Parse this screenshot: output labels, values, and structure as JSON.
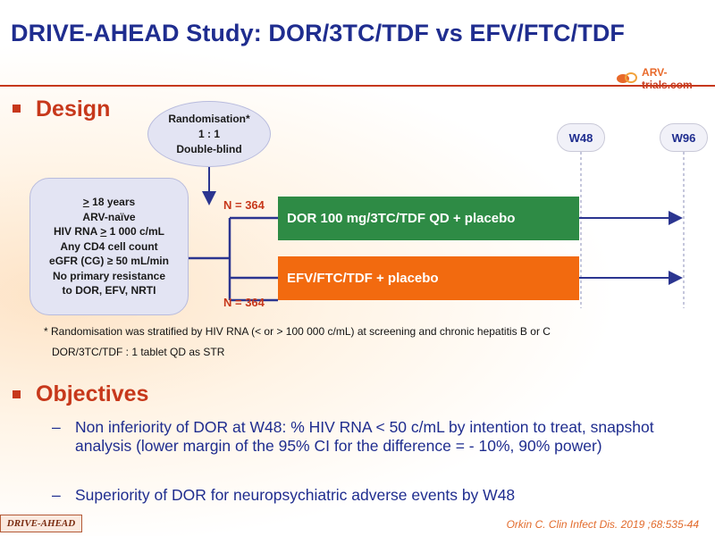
{
  "slide": {
    "title": "DRIVE-AHEAD Study: DOR/3TC/TDF vs EFV/FTC/TDF",
    "logo_left": "ARV-",
    "logo_right": "trials.com",
    "footer_tag": "DRIVE-AHEAD",
    "reference": "Orkin C. Clin Infect Dis. 2019 ;68:535-44"
  },
  "design": {
    "heading": "Design",
    "randomisation": [
      "Randomisation*",
      "1 : 1",
      "Double-blind"
    ],
    "criteria": [
      {
        "text": "> 18 years",
        "underline_first": true
      },
      {
        "text": "ARV-naïve"
      },
      {
        "text": "HIV RNA > 1 000 c/mL"
      },
      {
        "text": "Any CD4 cell count"
      },
      {
        "text": "eGFR (CG) ≥ 50 mL/min"
      },
      {
        "text": "No primary resistance"
      },
      {
        "text": "to DOR, EFV, NRTI"
      }
    ],
    "arms": [
      {
        "label": "DOR 100 mg/3TC/TDF QD + placebo",
        "n": "N = 364",
        "color": "#2e8b45"
      },
      {
        "label": "EFV/FTC/TDF + placebo",
        "n": "N = 364",
        "color": "#f26a0f"
      }
    ],
    "timepoints": [
      "W48",
      "W96"
    ],
    "footnote": "* Randomisation was stratified by HIV RNA (< or > 100 000 c/mL) at screening and chronic hepatitis B or C",
    "footnote2": "DOR/3TC/TDF : 1 tablet QD as STR"
  },
  "objectives": {
    "heading": "Objectives",
    "items": [
      {
        "dash": "–",
        "text": "Non inferiority of DOR at W48: % HIV RNA < 50 c/mL by intention to treat, snapshot analysis (lower margin of the 95% CI for the difference = - 10%, 90% power)"
      },
      {
        "dash": "–",
        "text": "Superiority of DOR for neuropsychiatric adverse events by W48"
      }
    ]
  },
  "colors": {
    "title": "#1f2d8f",
    "accent": "#c7381b",
    "line": "#2b3590"
  }
}
